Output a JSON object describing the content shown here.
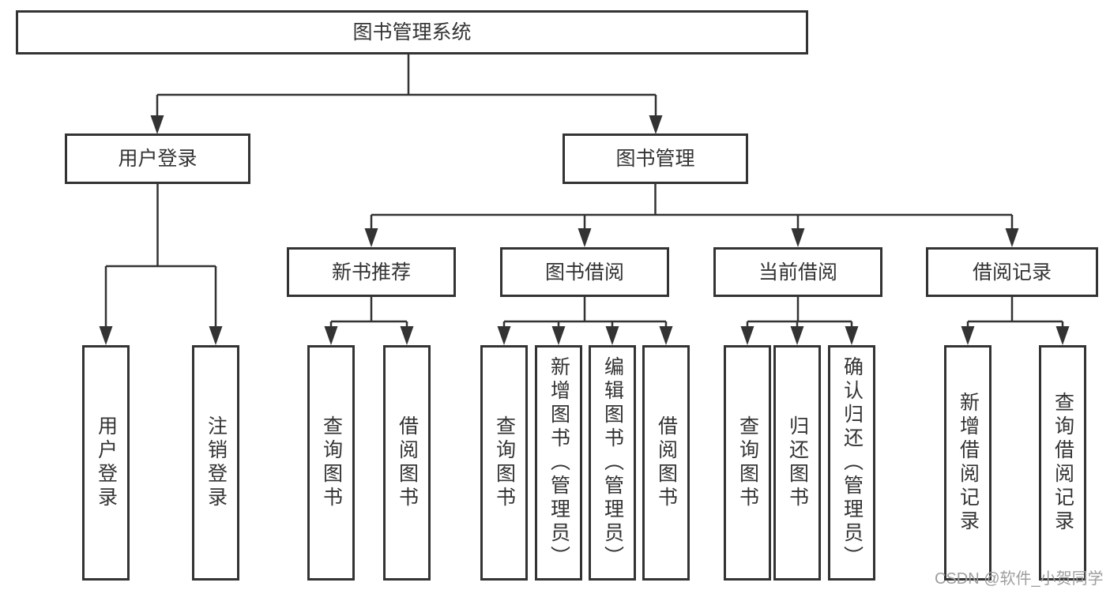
{
  "diagram": {
    "type": "tree",
    "line_color": "#333333",
    "box_background": "#ffffff",
    "text_color": "#333333",
    "nodes": {
      "root": "图书管理系统",
      "user_login": "用户登录",
      "book_mgmt": "图书管理",
      "new_book_rec": "新书推荐",
      "book_borrow": "图书借阅",
      "current_borrow": "当前借阅",
      "borrow_record": "借阅记录",
      "leaf_user_login": "用户登录",
      "leaf_logout": "注销登录",
      "leaf_nr_query": "查询图书",
      "leaf_nr_borrow": "借阅图书",
      "leaf_bb_query": "查询图书",
      "leaf_bb_add": "新增图书（管理员）",
      "leaf_bb_edit": "编辑图书（管理员）",
      "leaf_bb_borrow": "借阅图书",
      "leaf_cb_query": "查询图书",
      "leaf_cb_return": "归还图书",
      "leaf_cb_confirm": "确认归还（管理员）",
      "leaf_br_add": "新增借阅记录",
      "leaf_br_query": "查询借阅记录"
    },
    "hierarchy": {
      "label": "图书管理系统",
      "children": [
        {
          "label": "用户登录",
          "children": [
            {
              "label": "用户登录"
            },
            {
              "label": "注销登录"
            }
          ]
        },
        {
          "label": "图书管理",
          "children": [
            {
              "label": "新书推荐",
              "children": [
                {
                  "label": "查询图书"
                },
                {
                  "label": "借阅图书"
                }
              ]
            },
            {
              "label": "图书借阅",
              "children": [
                {
                  "label": "查询图书"
                },
                {
                  "label": "新增图书（管理员）"
                },
                {
                  "label": "编辑图书（管理员）"
                },
                {
                  "label": "借阅图书"
                }
              ]
            },
            {
              "label": "当前借阅",
              "children": [
                {
                  "label": "查询图书"
                },
                {
                  "label": "归还图书"
                },
                {
                  "label": "确认归还（管理员）"
                }
              ]
            },
            {
              "label": "借阅记录",
              "children": [
                {
                  "label": "新增借阅记录"
                },
                {
                  "label": "查询借阅记录"
                }
              ]
            }
          ]
        }
      ]
    }
  },
  "watermark": {
    "text": "CSDN @软件_小贺同学",
    "color": "#9e9e9e"
  }
}
